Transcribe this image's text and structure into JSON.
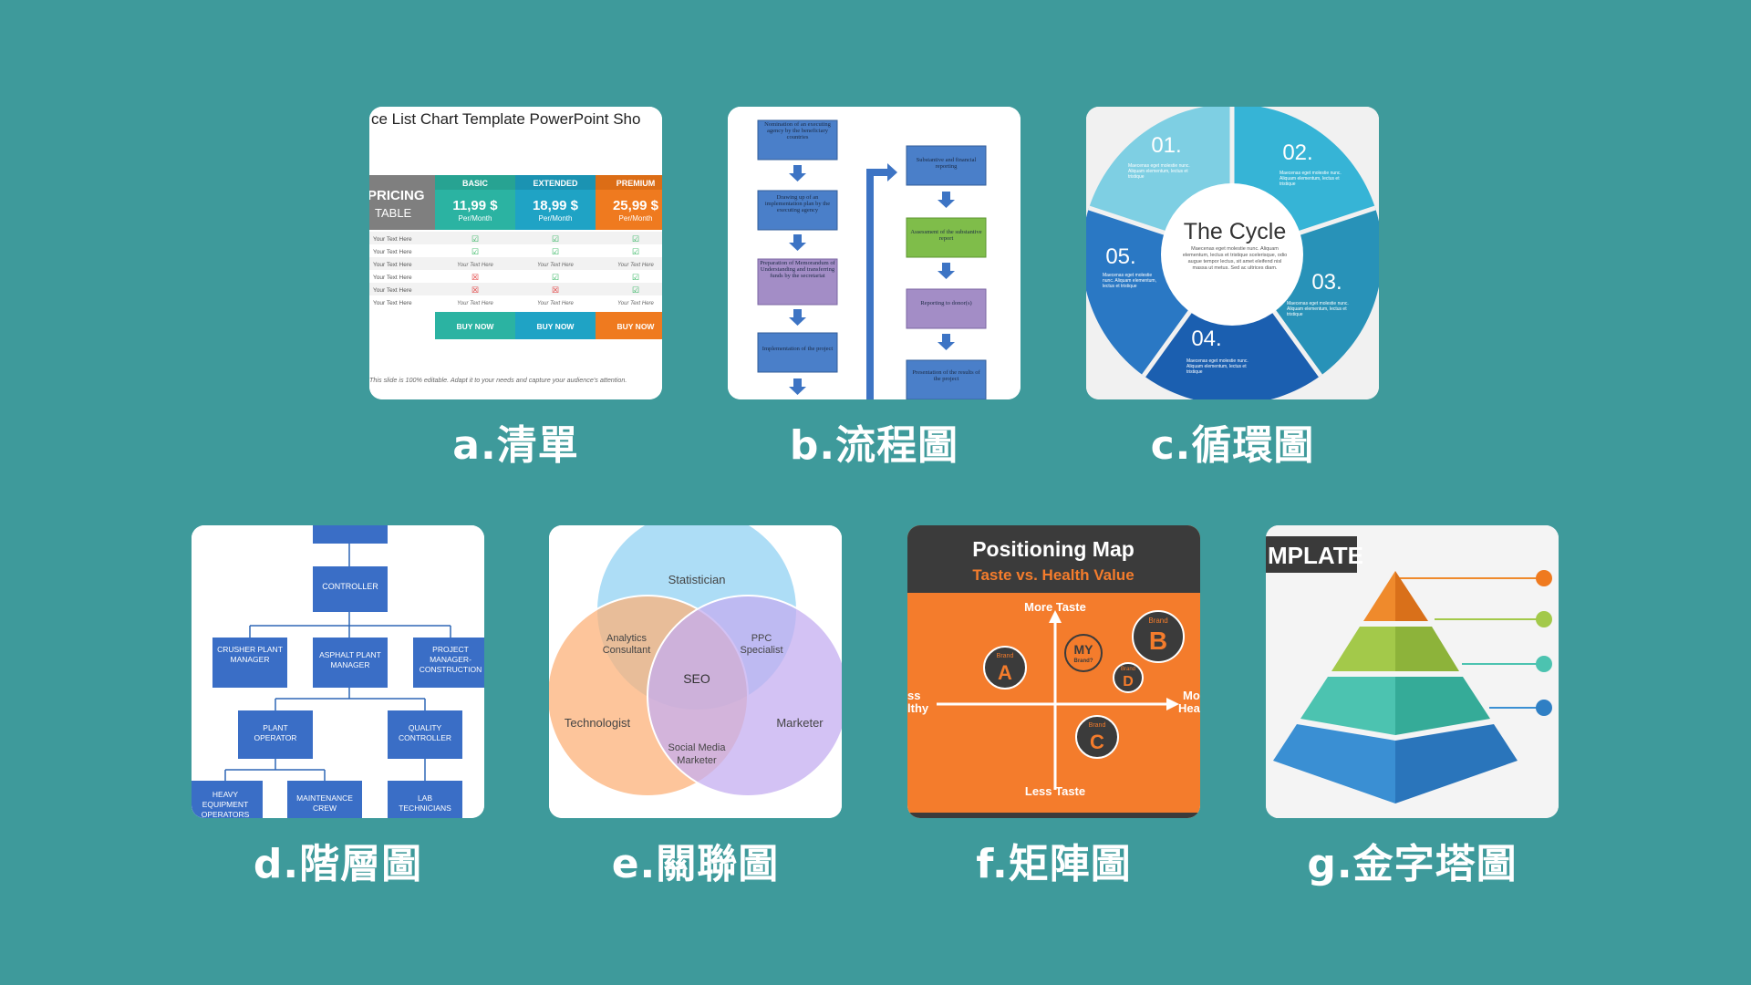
{
  "captions": {
    "a": "a.清單",
    "b": "b.流程圖",
    "c": "c.循環圖",
    "d": "d.階層圖",
    "e": "e.關聯圖",
    "f": "f.矩陣圖",
    "g": "g.金字塔圖"
  },
  "pricing": {
    "title": "ce List Chart Template PowerPoint Sho",
    "side_title_1": "PRICING",
    "side_title_2": "TABLE",
    "plans": [
      {
        "name": "BASIC",
        "price": "11,99 $",
        "period": "Per/Month",
        "button": "BUY NOW",
        "color": "#2bb3a2"
      },
      {
        "name": "EXTENDED",
        "price": "18,99 $",
        "period": "Per/Month",
        "button": "BUY NOW",
        "color": "#1fa3c5"
      },
      {
        "name": "PREMIUM",
        "price": "25,99 $",
        "period": "Per/Month",
        "button": "BUY NOW",
        "color": "#ef7a1f"
      }
    ],
    "row_label": "Your Text Here",
    "cell_text": "Your Text Here",
    "footer": "This slide is 100% editable. Adapt it to your needs and capture your audience's attention."
  },
  "flow": {
    "left": [
      "Nomination of an executing agency by the beneficiary countries",
      "Drawing up of an implementation plan by the executing agency",
      "Preparation of Memorandum of Understanding and transferring funds by the secretariat",
      "Implementation of the project"
    ],
    "right": [
      "Substantive and financial reporting",
      "Assessment of the substantive report",
      "Reporting to donor(s)",
      "Presentation of the results of the project"
    ]
  },
  "cycle": {
    "title": "The Cycle",
    "center_text": "Maecenas eget molestie nunc. Aliquam elementum, lectus et tristique scelerisque, odio augue tempor lectus, sit amet eleifend nisl massa ut metus. Sed ac ultrices diam.",
    "steps": [
      "01.",
      "02.",
      "03.",
      "04.",
      "05."
    ],
    "step_text": "Maecenas eget molestie nunc. Aliquam elementum, lectus et tristique"
  },
  "hierarchy": {
    "controller": "CONTROLLER",
    "crusher": "CRUSHER PLANT MANAGER",
    "asphalt": "ASPHALT PLANT MANAGER",
    "project": "PROJECT MANAGER-CONSTRUCTION",
    "operator": "PLANT OPERATOR",
    "quality": "QUALITY CONTROLLER",
    "heavy": "HEAVY EQUIPMENT OPERATORS",
    "maintenance": "MAINTENANCE CREW",
    "lab": "LAB TECHNICIANS"
  },
  "venn": {
    "statistician": "Statistician",
    "technologist": "Technologist",
    "marketer": "Marketer",
    "analytics": "Analytics Consultant",
    "ppc": "PPC Specialist",
    "social": "Social Media Marketer",
    "seo": "SEO"
  },
  "matrix": {
    "title": "Positioning Map",
    "subtitle": "Taste vs. Health Value",
    "top": "More Taste",
    "bottom": "Less Taste",
    "left_1": "ss",
    "left_2": "lthy",
    "right_1": "Mo",
    "right_2": "Hea",
    "brand_label": "Brand",
    "brands": [
      "A",
      "B",
      "C",
      "D"
    ],
    "my": "MY",
    "my_sub": "Brand?"
  },
  "pyramid": {
    "tag": "MPLATE",
    "colors": [
      "#ef8a2c",
      "#a3c94a",
      "#4cc3b0",
      "#3a8fd3"
    ]
  }
}
